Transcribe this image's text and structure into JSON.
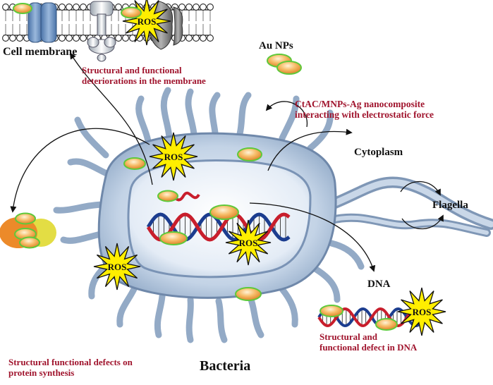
{
  "labels": {
    "cell_membrane": "Cell membrane",
    "au_nps": "Au NPs",
    "membrane_effect_line1": "Structural and functional",
    "membrane_effect_line2": "deteriorations in the membrane",
    "nanocomposite_line1": "CtAC/MNPs-Ag nanocomposite",
    "nanocomposite_line2": "interacting with electrostatic force",
    "cytoplasm": "Cytoplasm",
    "flagella": "Flagella",
    "dna": "DNA",
    "dna_effect_line1": "Structural and",
    "dna_effect_line2": "functional defect in DNA",
    "protein_effect_line1": "Structural functional defects on",
    "protein_effect_line2": "protein synthesis",
    "bacteria": "Bacteria"
  },
  "ros_label": "ROS",
  "colors": {
    "label_black": "#111111",
    "label_red": "#a0142d",
    "ros_fill": "#ffee00",
    "nanoparticle_fill": "#f2a64a",
    "nanoparticle_outline": "#5ec93a",
    "dna_red": "#c81e2c",
    "dna_blue": "#1c3d8f",
    "cell_body": "#b7c9de",
    "membrane_protein_blue": "#6e93c2",
    "membrane_protein_gray": "#8a8a8a"
  }
}
